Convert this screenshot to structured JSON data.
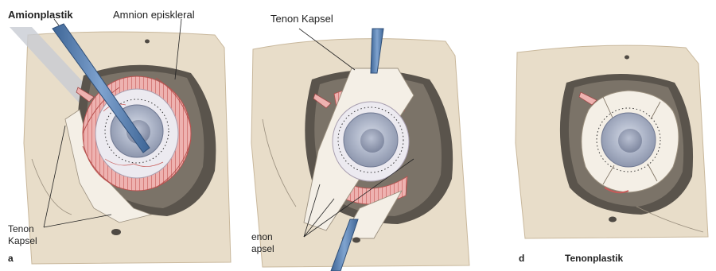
{
  "panels": [
    {
      "letter": "a",
      "labels": {
        "instrument": "Amionplastik",
        "amnion": "Amnion episkleral",
        "tenon_line1": "Tenon",
        "tenon_line2": "Kapsel"
      }
    },
    {
      "letter": "",
      "labels": {
        "tenon_top": "Tenon Kapsel",
        "tenon_line1": "enon",
        "tenon_line2": "apsel"
      }
    },
    {
      "letter": "d",
      "labels": {
        "caption": "Tenonplastik"
      }
    }
  ],
  "colors": {
    "skin": "#e8ddc9",
    "skin_edge": "#c9b89c",
    "orbit_dark": "#5a544c",
    "muscle_pink": "#e8a0a0",
    "muscle_line": "#c0504e",
    "tenon_white": "#f4efe6",
    "cornea_blue": "#aeb6c9",
    "pupil": "#8c95ad",
    "instrument_blue": "#5e84b4"
  }
}
